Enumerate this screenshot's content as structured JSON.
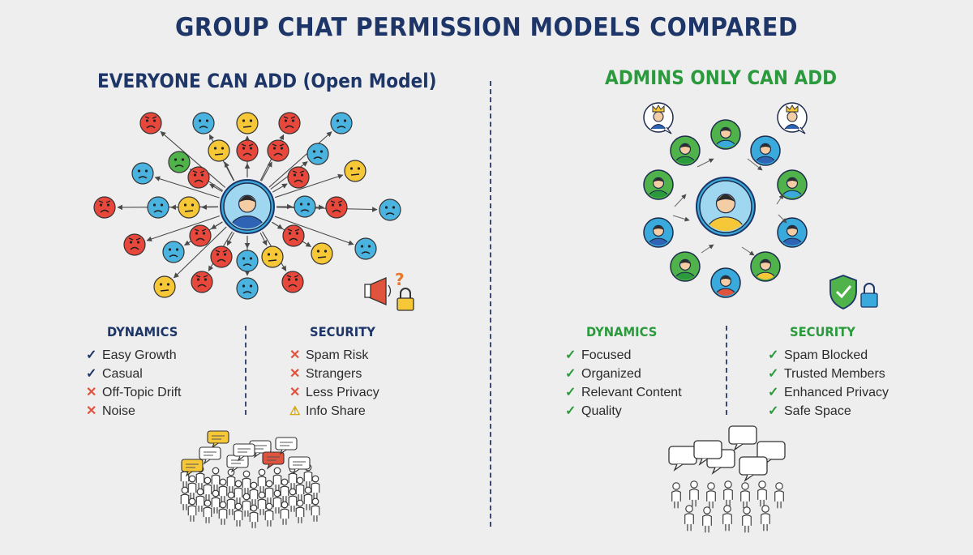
{
  "title": "GROUP CHAT PERMISSION MODELS COMPARED",
  "left_panel": {
    "title": "EVERYONE CAN ADD (Open Model)",
    "dynamics": {
      "heading": "DYNAMICS",
      "items": [
        {
          "mark": "check",
          "text": "Easy Growth"
        },
        {
          "mark": "check",
          "text": "Casual"
        },
        {
          "mark": "cross",
          "text": "Off-Topic Drift"
        },
        {
          "mark": "cross",
          "text": "Noise"
        }
      ]
    },
    "security": {
      "heading": "SECURITY",
      "items": [
        {
          "mark": "cross",
          "text": "Spam Risk"
        },
        {
          "mark": "cross",
          "text": "Strangers"
        },
        {
          "mark": "cross",
          "text": "Less Privacy"
        },
        {
          "mark": "warn",
          "text": "Info Share"
        }
      ]
    },
    "icons": [
      "user-network-icon",
      "megaphone-icon",
      "question-mark-icon",
      "padlock-icon",
      "crowded-chat-icon"
    ]
  },
  "right_panel": {
    "title": "ADMINS ONLY CAN ADD",
    "dynamics": {
      "heading": "DYNAMICS",
      "items": [
        {
          "mark": "check",
          "text": "Focused"
        },
        {
          "mark": "check",
          "text": "Organized"
        },
        {
          "mark": "check",
          "text": "Relevant Content"
        },
        {
          "mark": "check",
          "text": "Quality"
        }
      ]
    },
    "security": {
      "heading": "SECURITY",
      "items": [
        {
          "mark": "check",
          "text": "Spam Blocked"
        },
        {
          "mark": "check",
          "text": "Trusted Members"
        },
        {
          "mark": "check",
          "text": "Enhanced Privacy"
        },
        {
          "mark": "check",
          "text": "Safe Space"
        }
      ]
    },
    "icons": [
      "admin-crown-icon",
      "user-circle-icon",
      "shield-check-icon",
      "padlock-icon",
      "orderly-chat-icon"
    ]
  },
  "colors": {
    "navy": "#1d3567",
    "green": "#2a9a3c",
    "red": "#e0533d",
    "face_red": "#e8473b",
    "face_yellow": "#f6c736",
    "face_blue": "#4ab3e0",
    "face_green": "#4fb24a",
    "user_blue": "#3aa9dc"
  }
}
